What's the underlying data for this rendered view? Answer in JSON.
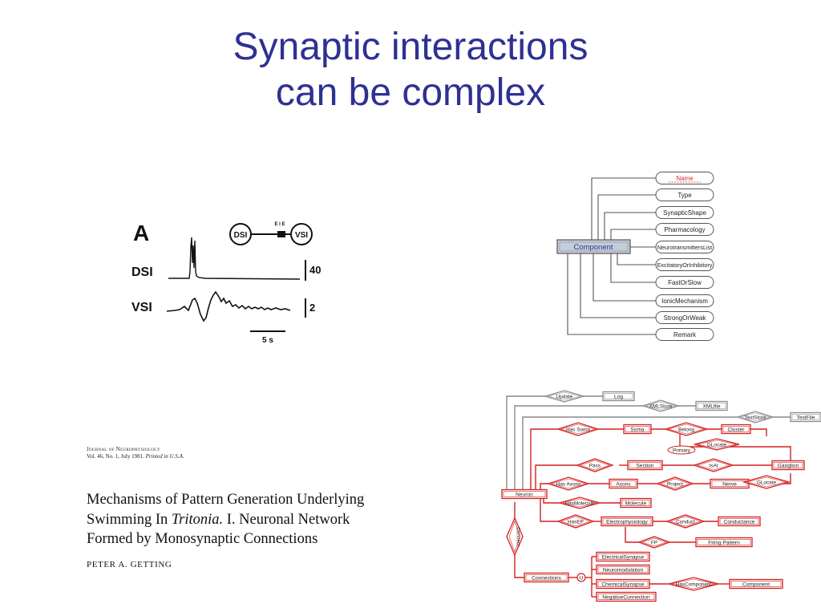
{
  "slide": {
    "title_line1": "Synaptic interactions",
    "title_line2": "can be complex"
  },
  "figure_a": {
    "panel_label": "A",
    "circuit_from": "DSI",
    "circuit_to": "VSI",
    "circuit_annotation": "E I E",
    "row_labels": [
      "DSI",
      "VSI"
    ],
    "scale_dsi": "40",
    "scale_vsi": "2",
    "time_scale": "5 s"
  },
  "paper": {
    "journal_name": "Journal of Neurophysiology",
    "journal_info_plain": "Vol. 46, No. 1, July 1981. ",
    "journal_info_italic": "Printed in U.S.A.",
    "title_line1": "Mechanisms of Pattern Generation Underlying",
    "title_line2_start": "Swimming In ",
    "title_line2_italic": "Tritonia.",
    "title_line2_end": " I. Neuronal Network",
    "title_line3": "Formed by Monosynaptic Connections",
    "author": "PETER A. GETTING"
  },
  "component_tree": {
    "root": "Component",
    "attributes": [
      "Name",
      "Type",
      "SynapticShape",
      "Pharmacology",
      "NeurotransmittersList",
      "ExcitatoryOrInhibitory",
      "FastOrSlow",
      "IonicMechanism",
      "StrongOrWeak",
      "Remark"
    ]
  },
  "er_diagram": {
    "entities": {
      "log": "Log",
      "xmlfile": "XMLfile",
      "textfile": "TextFile",
      "soma": "Soma",
      "cluster": "Cluster",
      "ganglion": "Ganglion",
      "section": "Section",
      "axons": "Axons",
      "nerve": "Nerve",
      "molecule": "Molecule",
      "neuron": "Neuron",
      "electrophysiology": "Electrophysiology",
      "conductance": "Conductance",
      "firing_pattern": "Firing Pattern",
      "connections": "Connections",
      "electrical_synapse": "ElectricalSynapse",
      "neuromodulation": "Neuromodulation",
      "chemical_synapse": "ChemicalSynapse",
      "negative_connection": "NegativeConnection",
      "component": "Component"
    },
    "relationships": {
      "update": "Update",
      "xmlstore": "XMLStore",
      "textstore": "TextStore",
      "has_soma": "Has Soma",
      "belong": "Belong",
      "glocate_top": "GLocate",
      "pass": "Pass",
      "isat": "IsAt",
      "has_axons": "Has Axons",
      "project": "Project",
      "glocate_mid": "GLocate",
      "has_molecule": "HasMolecule",
      "has_ep": "HasEP",
      "conduct": "Conduct",
      "fp": "FP",
      "connect": "Connect",
      "has_component": "HasComponent"
    },
    "attribute_primary": "Primary",
    "union_symbol": "U"
  },
  "colors": {
    "title": "#2e3192",
    "er_red": "#d42020",
    "er_gray": "#8a8a8a",
    "tree_line": "#555555",
    "name_attr": "#d03030",
    "component_fill": "#c4cddb"
  }
}
